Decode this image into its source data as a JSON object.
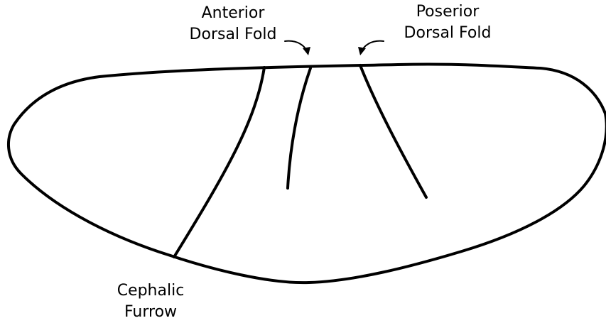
{
  "labels": {
    "anterior_dorsal_fold": [
      "Anterior",
      "Dorsal Fold"
    ],
    "posterior_dorsal_fold": [
      "Poserior",
      "Dorsal Fold"
    ],
    "cephalic_furrow": [
      "Cephalic",
      "Furrow"
    ]
  },
  "colors": {
    "stroke": "#000000",
    "background": "#ffffff"
  }
}
